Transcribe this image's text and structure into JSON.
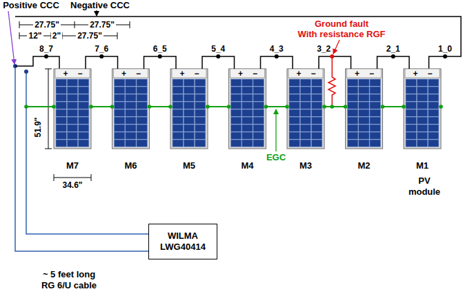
{
  "diagram": {
    "nodes": [
      {
        "text": [
          "WILMA LWG40414"
        ]
      }
    ],
    "labels": [
      "Positive CCC",
      "Negative CCC",
      "Ground fault",
      "With resistance RGF",
      "27.75\"",
      "27.75\"",
      "12\"",
      "2\"",
      "27.75\"",
      "8_7",
      "7_6",
      "6_5",
      "5_4",
      "4_3",
      "3_2",
      "2_1",
      "1_0",
      "+",
      "−",
      "+",
      "−",
      "+",
      "−",
      "+",
      "−",
      "+",
      "−",
      "+",
      "−",
      "+",
      "−",
      "51.9\"",
      "34.6\"",
      "M7",
      "M6",
      "M5",
      "M4",
      "M3",
      "M2",
      "M1",
      "PV",
      "module",
      "EGC",
      "~ 5 feet long",
      "RG 6/U cable"
    ]
  }
}
